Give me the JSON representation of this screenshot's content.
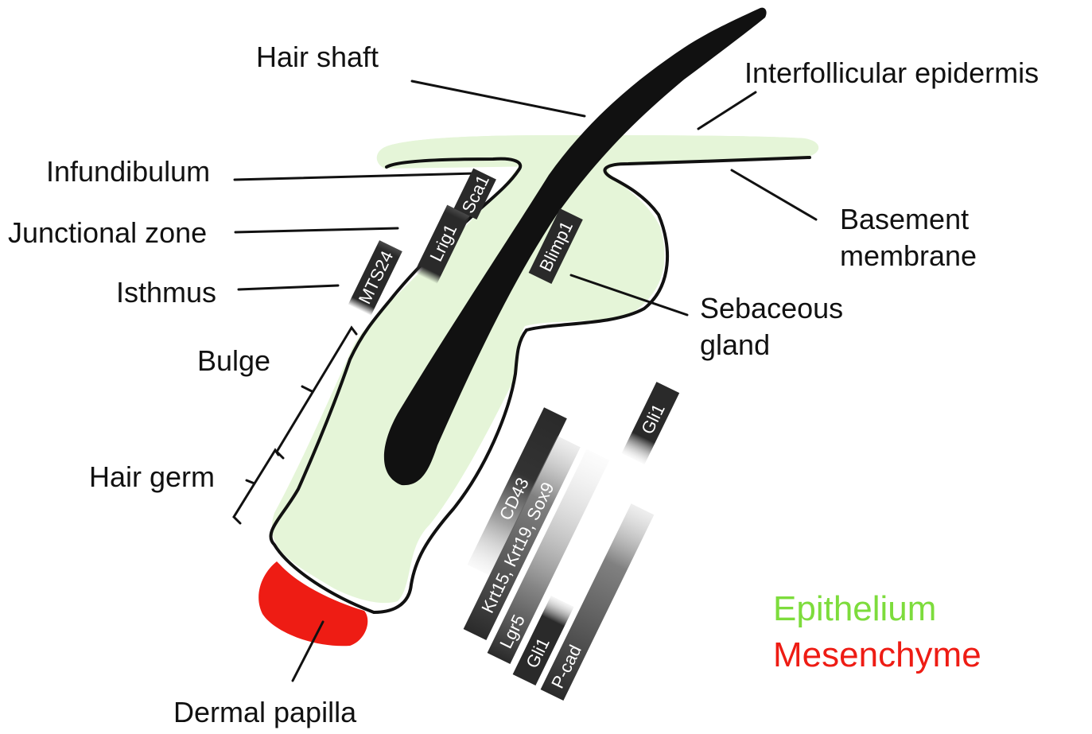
{
  "colors": {
    "epithelium_fill": "#e5f5d8",
    "mesenchyme_fill": "#ee1c14",
    "epithelium_legend": "#7ddc3c",
    "mesenchyme_legend": "#ee1c14",
    "hair": "#111111",
    "outline": "#111111"
  },
  "labels": {
    "hair_shaft": "Hair shaft",
    "interfollicular_epidermis": "Interfollicular epidermis",
    "infundibulum": "Infundibulum",
    "junctional_zone": "Junctional zone",
    "isthmus": "Isthmus",
    "bulge": "Bulge",
    "hair_germ": "Hair germ",
    "basement_membrane_line1": "Basement",
    "basement_membrane_line2": "membrane",
    "sebaceous_gland_line1": "Sebaceous",
    "sebaceous_gland_line2": "gland",
    "dermal_papilla": "Dermal papilla"
  },
  "markers": {
    "sca1": "Sca1",
    "lrig1": "Lrig1",
    "mts24": "MTS24",
    "blimp1": "Blimp1",
    "cd43": "CD43",
    "krt15_krt19_sox9": "Krt15, Krt19, Sox9",
    "lgr5": "Lgr5",
    "gli1_bottom": "Gli1",
    "gli1_top": "Gli1",
    "pcad": "P-cad"
  },
  "legend": {
    "epithelium": "Epithelium",
    "mesenchyme": "Mesenchyme"
  }
}
